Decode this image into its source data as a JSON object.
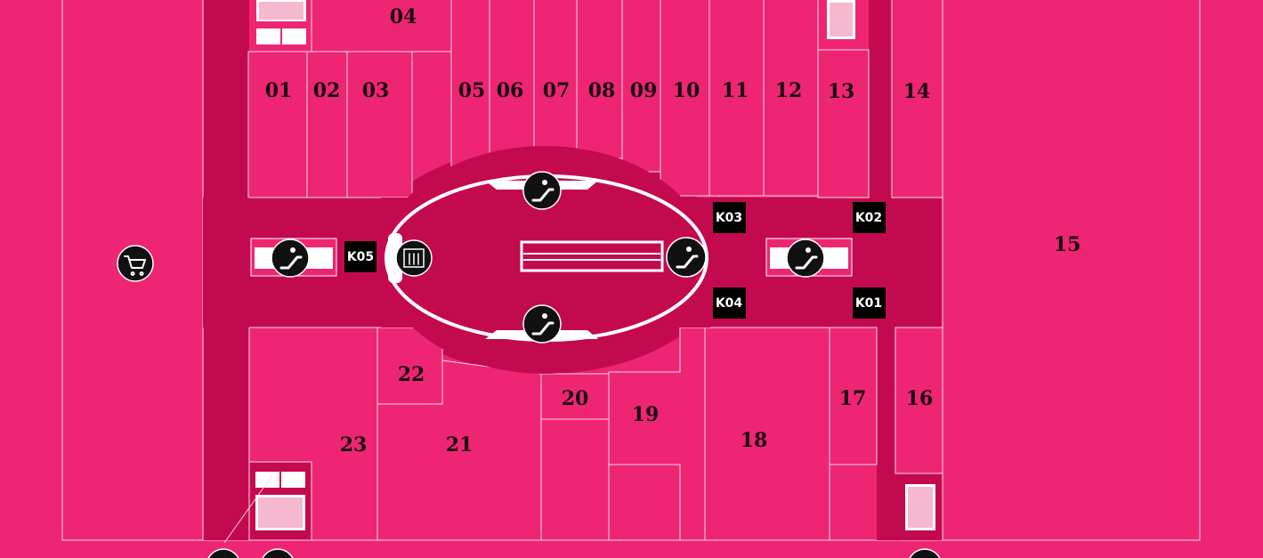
{
  "map": {
    "colors": {
      "unit_fill": "#ee2572",
      "corridor_fill": "#c40a4f",
      "kiosk_fill": "#000000",
      "icon_fill": "#111111",
      "outline": "#ffd9e8"
    },
    "units": {
      "u01": "01",
      "u02": "02",
      "u03": "03",
      "u04": "04",
      "u05": "05",
      "u06": "06",
      "u07": "07",
      "u08": "08",
      "u09": "09",
      "u10": "10",
      "u11": "11",
      "u12": "12",
      "u13": "13",
      "u14": "14",
      "u15": "15",
      "u16": "16",
      "u17": "17",
      "u18": "18",
      "u19": "19",
      "u20": "20",
      "u21": "21",
      "u22": "22",
      "u23": "23"
    },
    "kiosks": {
      "k01": "K01",
      "k02": "K02",
      "k03": "K03",
      "k04": "K04",
      "k05": "K05"
    },
    "icons": {
      "escalator": "escalator-icon",
      "elevator": "elevator-icon",
      "cart": "shopping-cart-icon"
    }
  }
}
